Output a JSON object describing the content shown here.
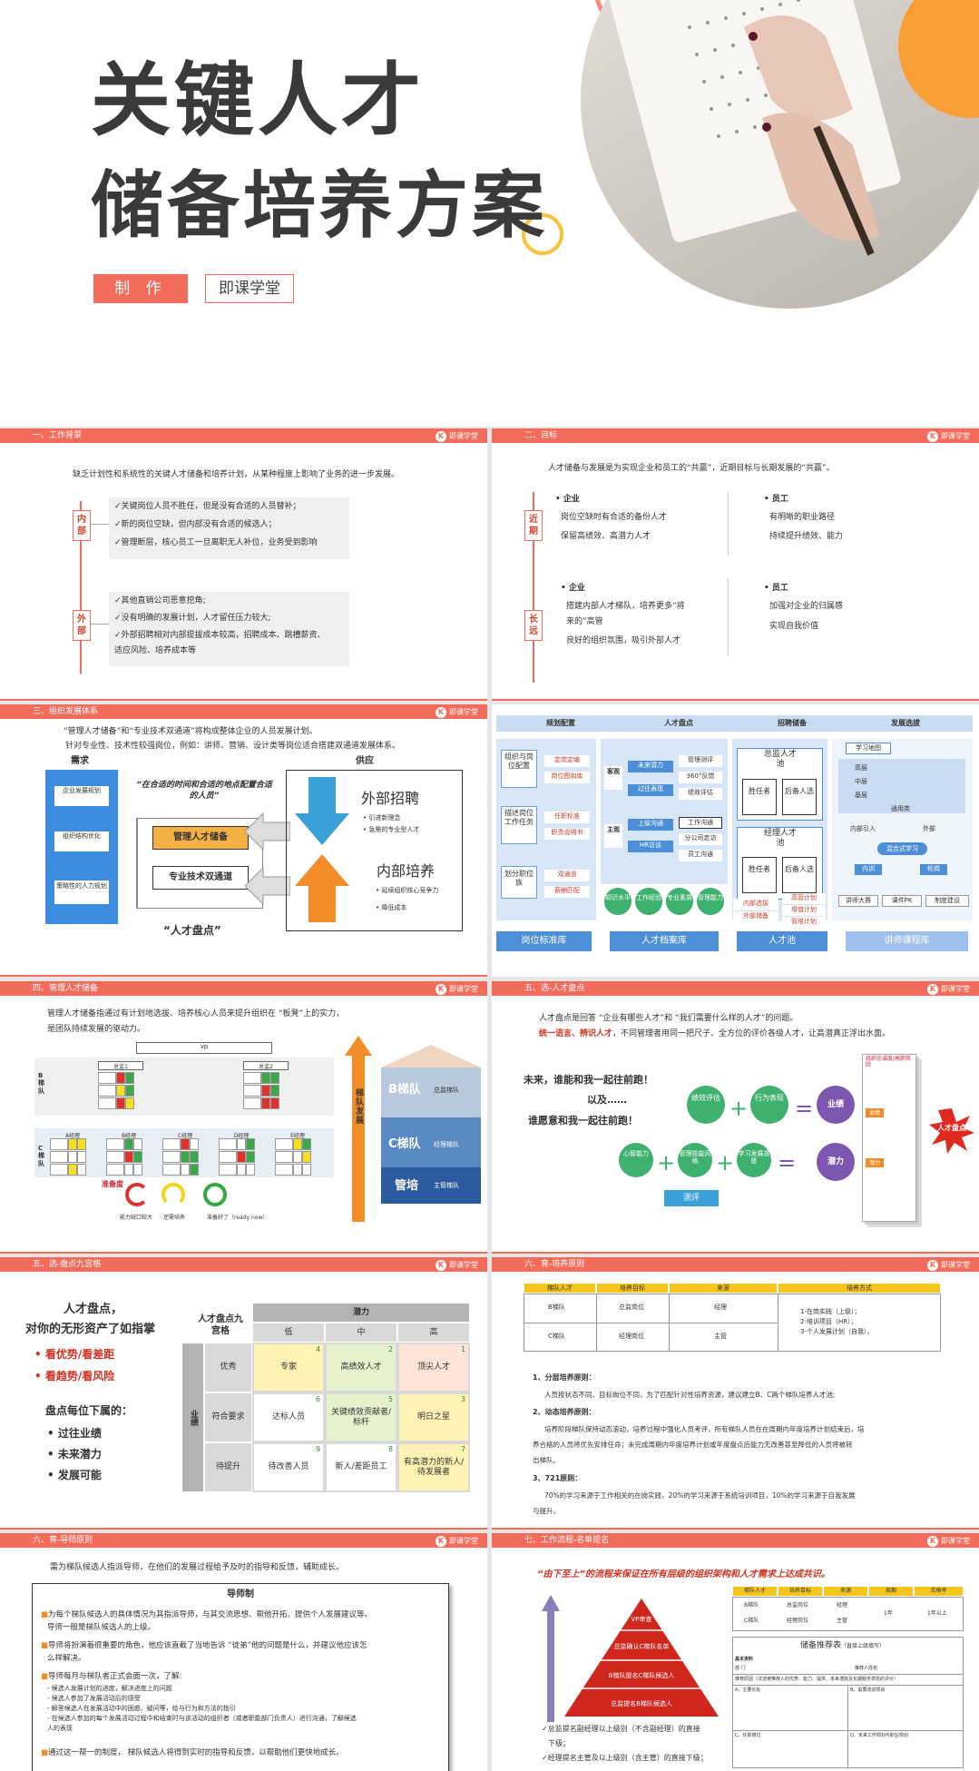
{
  "cover": {
    "title1": "关键人才",
    "title2": "储备培养方案",
    "maker": "制 作",
    "brand": "即课学堂"
  },
  "logo_text": "即课学堂",
  "s1": {
    "header": "一、工作背景",
    "intro": "缺乏计划性和系统性的关键人才储备和培养计划，从某种程度上影响了业务的进一步发展。",
    "tag_in": "内部",
    "tag_out": "外部",
    "inner": [
      "✓关键岗位人员不胜任，但是没有合适的人员替补；",
      "✓新的岗位空缺，但内部没有合适的候选人；",
      "✓管理断层，核心员工一旦离职无人补位，业务受到影响"
    ],
    "outer": [
      "✓其他直销公司恶意挖角;",
      "✓没有明确的发展计划，人才留任压力较大;",
      "✓外部招聘相对内部提拔成本较高，招聘成本、跳槽薪资、",
      "适应风险、培养成本等"
    ]
  },
  "s2": {
    "header": "二、目标",
    "intro": "人才储备与发展是为实现企业和员工的“共赢”，近期目标与长期发展的“共赢”。",
    "tag_near": "近期",
    "tag_long": "长远",
    "near_co_t": "企业",
    "near_co": [
      "岗位空缺时有合适的备份人才",
      "保留高绩效、高潜力人才"
    ],
    "near_em_t": "员工",
    "near_em": [
      "有明晰的职业路径",
      "持续提升绩效、能力"
    ],
    "long_co_t": "企业",
    "long_co": [
      "搭建内部人才梯队，培养更多“将",
      "来的”高管",
      "良好的组织氛围，吸引外部人才"
    ],
    "long_em_t": "员工",
    "long_em": [
      "加强对企业的归属感",
      "实现自我价值"
    ]
  },
  "s3": {
    "header": "三、组织发展体系",
    "l1": "“管理人才储备”和“专业技术双通道”将构成整体企业的人员发展计划。",
    "l2": "针对专业性、技术性较强岗位，例如：讲师、营销、设计类等岗位适合搭建双通道发展体系。",
    "demand": "需求",
    "supply": "供应",
    "d_items": [
      "企业发展规划",
      "组织结构优化",
      "策略性的人力规划"
    ],
    "quote": "“在合适的时间和合适的地点配置合适的人员”",
    "mgmt": "管理人才储备",
    "tech": "专业技术双通道",
    "inventory": "“人才盘点”",
    "ext": "外部招聘",
    "ext_pts": [
      "引进新理念",
      "急需的专业型人才"
    ],
    "int": "内部培养",
    "int_pts": [
      "延续组织核心竞争力",
      "降低成本"
    ]
  },
  "s3b": {
    "cols": [
      "规划配置",
      "人才盘点",
      "招聘储备",
      "发展选拔"
    ],
    "left": [
      "组织与岗位配置",
      "描述岗位工作任务",
      "划分职位族"
    ],
    "left_sub": [
      "定岗定编",
      "岗位图和库",
      "任职标准",
      "职责说明书",
      "双通道",
      "薪酬匹配"
    ],
    "mid_k": [
      "客观",
      "主观"
    ],
    "mid_a": [
      "未来潜力",
      "过往表现",
      "上级沟通",
      "HR访谈"
    ],
    "mid_b": [
      "管理测评",
      "360°反馈",
      "绩效评估",
      "工作沟通",
      "分公司走访",
      "员工沟通"
    ],
    "mid_bottom": [
      "知识水平",
      "工作经验",
      "专业素质",
      "管理能力"
    ],
    "pool": [
      "总监人才池",
      "胜任者",
      "后备人选",
      "经理人才池",
      "胜任者",
      "后备人选"
    ],
    "recruit": [
      "内部选拔",
      "外部储备",
      "高管计划",
      "增值计划",
      "管培计划"
    ],
    "dev": [
      "学习地图",
      "高层",
      "中层",
      "基层",
      "通用类",
      "内部引入",
      "外部",
      "内训",
      "轮岗",
      "混合式学习",
      "讲师大赛",
      "课件PK",
      "制度建设"
    ],
    "bottom": [
      "岗位标准库",
      "人才档案库",
      "人才池",
      "讲师课程库"
    ]
  },
  "s4": {
    "header": "四、管理人才储备",
    "l1": "管理人才储备指通过有计划地选拔、培养核心人员来提升组织在 “板凳”上的实力，",
    "l2": "是团队持续发展的驱动力。",
    "vp": "vp",
    "b_team": "B梯队",
    "c_team": "C梯队",
    "director1": "总监1",
    "director2": "总监2",
    "mgrs": [
      "A经理",
      "B经理",
      "C经理",
      "D经理",
      "E经理"
    ],
    "ready": "准备度",
    "r1": "能力缺口较大",
    "r2": "还需培养",
    "r3": "准备好了（ready now）",
    "stair": [
      "B梯队",
      "C梯队",
      "管培"
    ],
    "stair_r": [
      "总监梯队",
      "经理梯队",
      "主管梯队"
    ],
    "arrow": "梯队发展"
  },
  "s5": {
    "header": "五、选-人才盘点",
    "l1": "人才盘点是回答 “企业有哪些人才”和 “我们需要什么样的人才”的问题。",
    "l2a": "统一语言、辨识人才",
    "l2b": "，不同管理者用同一把尺子、全方位的评价各级人才，让高潜真正浮出水面。",
    "slogan1": "未来，谁能和我一起往前跑！",
    "slogan2": "以及……",
    "slogan3": "谁愿意和我一起往前跑！",
    "eq1": [
      "绩效评估",
      "行为表现",
      "业绩"
    ],
    "eq2": [
      "心智能力",
      "管理技能风格",
      "学习发展意愿",
      "潜力"
    ],
    "test": "测评",
    "result": "人才盘点",
    "doc": [
      "组织忠诚度/高职风险",
      "业绩",
      "潜力"
    ]
  },
  "s6": {
    "header": "五、选-盘点九宫格",
    "q1": "人才盘点，",
    "q2": "对你的无形资产了如指掌",
    "b1": "看优势/看差距",
    "b2": "看趋势/看风险",
    "q3": "盘点每位下属的：",
    "pts": [
      "过往业绩",
      "未来潜力",
      "发展可能"
    ],
    "corner": "人才盘点九宫格",
    "pot": "潜力",
    "lvls": [
      "低",
      "中",
      "高"
    ],
    "perf": "业绩",
    "rows": [
      "优秀",
      "符合要求",
      "待提升"
    ],
    "cells": [
      "专家",
      "高绩效人才",
      "顶尖人才",
      "达标人员",
      "关键绩效贡献者/标杆",
      "明日之星",
      "待改善人员",
      "新人/差距员工",
      "有高潜力的新人/待发展者"
    ],
    "nums": [
      "4",
      "2",
      "1",
      "6",
      "5",
      "3",
      "9",
      "8",
      "7"
    ]
  },
  "s7": {
    "header": "六、育-培养原则",
    "th": [
      "梯队人才",
      "培养目标",
      "来源",
      "培养方式"
    ],
    "r1": [
      "B梯队",
      "总监岗位",
      "经理"
    ],
    "r2": [
      "C梯队",
      "经理岗位",
      "主管"
    ],
    "way": [
      "1-在岗实践（上级）；",
      "2-培训项目（HR）；",
      "3-个人发展计划（自我）。"
    ],
    "p1t": "1、分层培养原则：",
    "p1": "人员按状态不同、目标岗位不同，为了匹配针对性培养资源，建议建立B、C两个梯队培养人才池;",
    "p2t": "2、动态培养原则：",
    "p2a": "培养阶段梯队保持动态滚动，培养过程中强化人员考评，所有梯队人员在在周期内年度培养计划结束后，培",
    "p2b": "养合格的人员将优先安排任命；未完成周期内年度培养计划或年度盘点后能力无改善甚至降低的人员将被转",
    "p2c": "出梯队。",
    "p3t": "3、721原则：",
    "p3a": "70%的学习来源于工作相关的在岗实践，20%的学习来源于系统培训项目，10%的学习来源于自我发展",
    "p3b": "与提升。"
  },
  "s8": {
    "header": "六、育-导师原则",
    "intro": "需为梯队候选人指派导师，在他们的发展过程给予及时的指导和反馈，辅助成长。",
    "box_t": "导师制",
    "b1a": "为每个梯队候选人的具体情况为其指派导师，与其交流思想、帮他开拓、提供个人发展建议等。",
    "b1b": "导师一般是梯队候选人的上级。",
    "b2a": "导师将扮演着很重要的角色，他应该直截了当地告诉 “徒弟”他的问题是什么，并建议他应该怎",
    "b2b": "么样解决。",
    "b3": "导师每月与梯队者正式会面一次，了解:",
    "b3l": [
      "- 候选人发展计划的进度，解决进度上的问题",
      "- 候选人参加了发展活动后的感受",
      "- 解答候选人在发展活动中的困惑、疑问等，给与行为和方法的指引",
      "- 在候选人参加的每个发展活动过程中和结束时与该活动的组织者（或者职能部门负责人）进行沟通，了解候选",
      "  人的表现"
    ],
    "b4": "通过这一帮一的制度， 梯队候选人将得到实时的指导和反馈，以帮助他们更快地成长。"
  },
  "s9": {
    "header": "七、工作流程-名单提名",
    "quote": "“由下至上”的流程来保证在所有层级的组织架构和人才需求上达成共识。",
    "pyr": [
      "VP审查",
      "总监确认C梯队名单",
      "B梯队提名C梯队候选人",
      "总监提名B梯队候选人"
    ],
    "th": [
      "梯队人才",
      "培养目标",
      "来源",
      "周期",
      "合格率"
    ],
    "r1": [
      "B梯队",
      "总监岗位",
      "经理"
    ],
    "r2": [
      "C梯队",
      "经理岗位",
      "主管"
    ],
    "period": "1年",
    "pass": "1年以上",
    "form_t": "储备推荐表",
    "form_s": "（直接上级填写）",
    "form_rows": [
      "基本资料",
      "部 门",
      "推荐人姓名",
      "推荐原因（详述被推荐人的优势、能力、提供、未来潜能及长期服务意愿的评价）",
      "A、主要长处",
      "B、需要改进项目",
      "C、任职岗位",
      "D、未来工作规划与职业规划"
    ],
    "n1": "✓总监提名副经理以上级别（不含副经理）的直接",
    "n1b": "下级；",
    "n2": "✓经理提名主管及以上级别（含主管）的直接下级；"
  }
}
